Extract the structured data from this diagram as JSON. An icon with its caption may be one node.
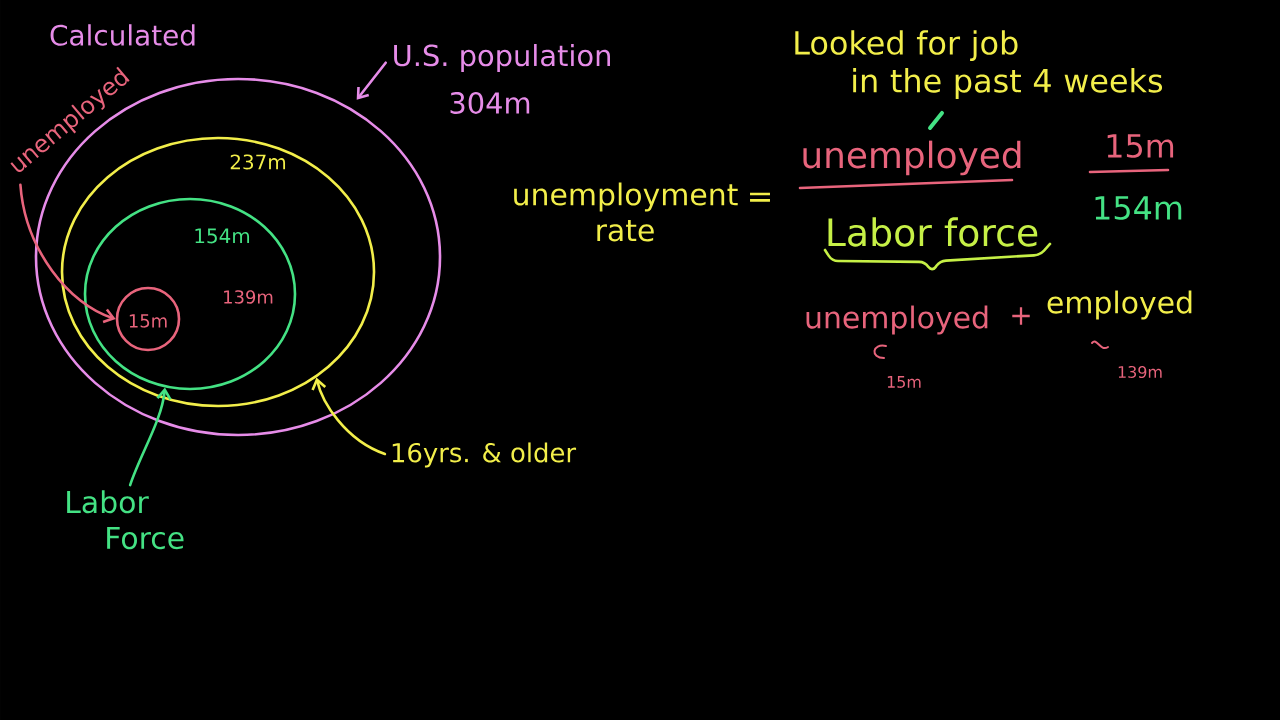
{
  "diagram": {
    "nodes": [
      {
        "text": [],
        "shape": "ellipse"
      },
      {
        "text": [
          "237m"
        ],
        "in": 0
      },
      {
        "text": [
          "154m",
          "139m"
        ],
        "in": 1
      },
      {
        "text": [
          "15m"
        ],
        "in": 2
      },
      {
        "text": [
          "U.S. population",
          "304m"
        ]
      },
      {
        "text": [
          "unemployed"
        ]
      },
      {
        "text": [
          "Labor Force"
        ]
      },
      {
        "text": [
          "16yrs. & older"
        ]
      }
    ],
    "edges": [
      {
        "from": 4,
        "to": 0,
        "arrow": "to",
        "color": "#e68ce8"
      },
      {
        "from": 5,
        "to": 3,
        "arrow": "to",
        "color": "#e8647c"
      },
      {
        "from": 6,
        "to": 2,
        "arrow": "to",
        "color": "#44e284"
      },
      {
        "from": 7,
        "to": 1,
        "arrow": "to",
        "color": "#f2ee4a"
      }
    ],
    "labels": [
      "Calculated",
      "Looked for job in the past 4 weeks",
      "unemployment rate",
      "=",
      "unemployed",
      "15m",
      "Labor force",
      "154m",
      "unemployed",
      "+",
      "employed",
      "15m",
      "139m"
    ]
  }
}
